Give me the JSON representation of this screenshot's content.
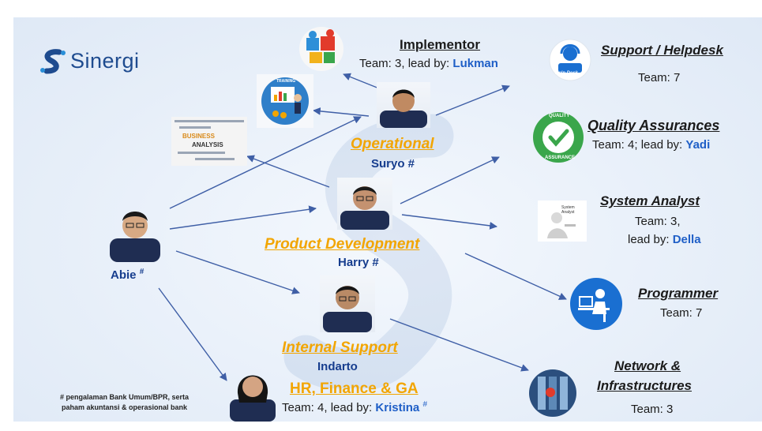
{
  "brand": {
    "name": "Sinergi"
  },
  "people": {
    "abie": {
      "name": "Abie",
      "mark": "#"
    },
    "operational": {
      "role": "Operational",
      "name": "Suryo #"
    },
    "product": {
      "role": "Product Development",
      "name": "Harry #"
    },
    "internal": {
      "role": "Internal Support",
      "name": "Indarto"
    },
    "hr": {
      "role": "HR, Finance & GA",
      "team": "Team: 4, lead by: ",
      "lead": "Kristina",
      "mark": "#"
    }
  },
  "teams": {
    "implementor": {
      "title": "Implementor",
      "team": "Team: 3, lead by: ",
      "lead": "Lukman"
    },
    "support": {
      "title": "Support / Helpdesk",
      "team": "Team: 7",
      "icon_label": "Help Desk"
    },
    "qa": {
      "title": "Quality Assurances",
      "team": "Team: 4; lead by: ",
      "lead": "Yadi",
      "badge_top": "QUALITY",
      "badge_bottom": "ASSURANCE"
    },
    "sa": {
      "title": "System Analyst",
      "team": "Team: 3,",
      "lead_prefix": "lead by: ",
      "lead": "Della",
      "icon_label": "System Analyst"
    },
    "programmer": {
      "title": "Programmer",
      "team": "Team: 7"
    },
    "network": {
      "title_line1": "Network &",
      "title_line2": "Infrastructures",
      "team": "Team: 3"
    }
  },
  "images": {
    "business_analysis": {
      "words": [
        "BUSINESS",
        "ANALYSIS"
      ]
    },
    "training": {
      "label": "TRAINING"
    }
  },
  "footnote": {
    "line1": "# pengalaman Bank Umum/BPR, serta",
    "line2": "paham akuntansi & operasional bank"
  },
  "colors": {
    "accent_orange": "#f2a500",
    "name_blue": "#163d8e",
    "arrow": "#3f5fa6",
    "icon_blue": "#1a6fd1"
  }
}
